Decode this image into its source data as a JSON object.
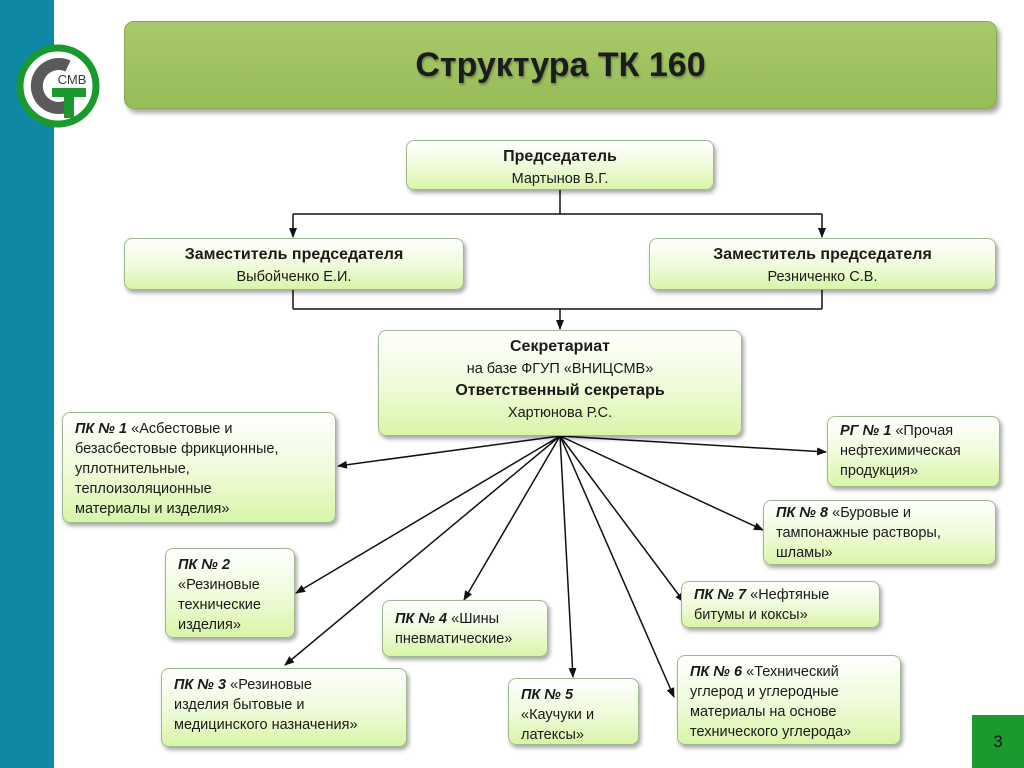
{
  "title": "Структура ТК 160",
  "logo": {
    "text": "СМВ"
  },
  "chairman": {
    "role": "Председатель",
    "name": "Мартынов В.Г."
  },
  "deputies": [
    {
      "role": "Заместитель председателя",
      "name": "Выбойченко Е.И."
    },
    {
      "role": "Заместитель председателя",
      "name": "Резниченко С.В."
    }
  ],
  "secretariat": {
    "title": "Секретариат",
    "basis": "на базе ФГУП «ВНИЦСМВ»",
    "secretary_role": "Ответственный секретарь",
    "secretary_name": "Хартюнова Р.С."
  },
  "subcommittees": [
    {
      "id": "ПК № 1",
      "lines": [
        "«Асбестовые и",
        "безасбестовые фрикционные,",
        "уплотнительные,",
        "теплоизоляционные",
        "материалы и изделия»"
      ]
    },
    {
      "id": "ПК № 2",
      "lines": [
        "«Резиновые",
        "технические",
        "изделия»"
      ]
    },
    {
      "id": "ПК № 3",
      "lines": [
        "«Резиновые",
        "изделия бытовые и",
        "медицинского назначения»"
      ]
    },
    {
      "id": "ПК № 4",
      "lines": [
        "«Шины",
        "пневматические»"
      ]
    },
    {
      "id": "ПК № 5",
      "lines": [
        "«Каучуки и",
        "латексы»"
      ]
    },
    {
      "id": "ПК № 6",
      "lines": [
        "«Технический",
        "углерод и углеродные",
        "материалы на основе",
        "технического углерода»"
      ]
    },
    {
      "id": "ПК № 7",
      "lines": [
        "«Нефтяные",
        "битумы и коксы»"
      ]
    },
    {
      "id": "ПК № 8",
      "lines": [
        "«Буровые и",
        "тампонажные растворы,",
        "шламы»"
      ]
    },
    {
      "id": "РГ № 1",
      "lines": [
        "«Прочая",
        "нефтехимическая",
        "продукция»"
      ]
    }
  ],
  "page_number": "3",
  "colors": {
    "left_bar": "#1187a6",
    "title_bar": "#a0c360",
    "box_fill": "#e6f9c8",
    "page_badge": "#1a9a2e",
    "logo_green": "#1a9a2e",
    "logo_gray": "#5a5a5a"
  }
}
